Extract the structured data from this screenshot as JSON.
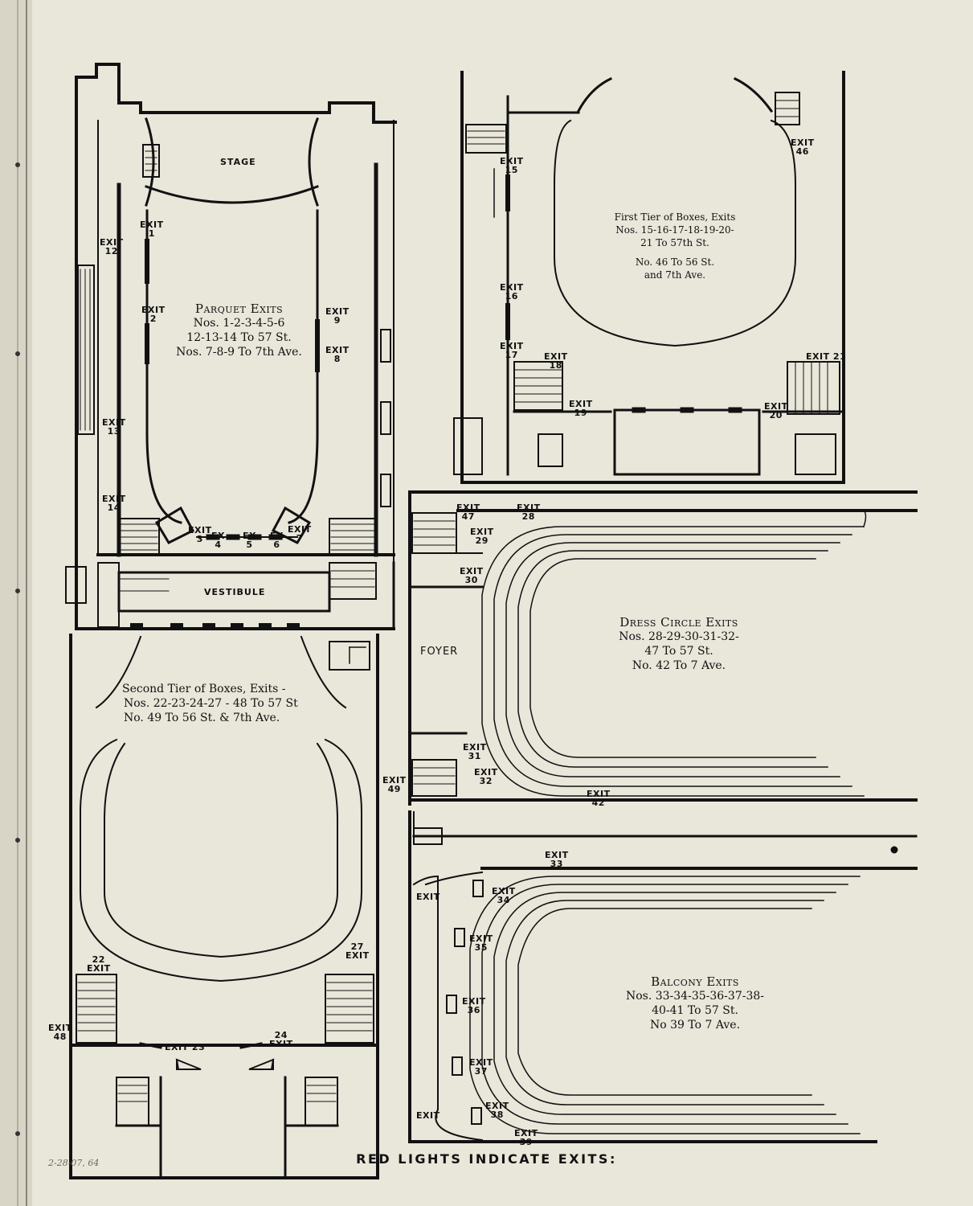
{
  "footer": "RED LIGHTS INDICATE EXITS:",
  "pencil_note": "2-28-07, 64",
  "colors": {
    "paper": "#e9e6da",
    "ink": "#111111"
  },
  "rooms": {
    "stage": "STAGE",
    "vestibule": "VESTIBULE",
    "foyer": "FOYER"
  },
  "parquet": {
    "title": "Parquet Exits",
    "lines": [
      "Nos. 1-2-3-4-5-6",
      "12-13-14 To 57 St.",
      "Nos. 7-8-9 To 7th Ave."
    ],
    "exits": [
      {
        "text": "EXIT",
        "num": "1"
      },
      {
        "text": "EXIT",
        "num": "12"
      },
      {
        "text": "EXIT",
        "num": "2"
      },
      {
        "text": "EXIT",
        "num": "9"
      },
      {
        "text": "EXIT",
        "num": "8"
      },
      {
        "text": "EXIT",
        "num": "13"
      },
      {
        "text": "EXIT",
        "num": "14"
      },
      {
        "text": "EXIT",
        "num": "3"
      },
      {
        "text": "EX",
        "num": "4"
      },
      {
        "text": "EX",
        "num": "5"
      },
      {
        "text": "EX",
        "num": "6"
      },
      {
        "text": "EXIT",
        "num": "7"
      }
    ]
  },
  "first_tier": {
    "lines": [
      "First Tier of Boxes, Exits",
      "Nos. 15-16-17-18-19-20-",
      "21 To 57th St.",
      "No. 46 To 56 St.",
      "and 7th Ave."
    ],
    "exits": [
      {
        "text": "EXIT",
        "num": "15"
      },
      {
        "text": "EXIT",
        "num": "46"
      },
      {
        "text": "EXIT",
        "num": "16"
      },
      {
        "text": "EXIT",
        "num": "17"
      },
      {
        "text": "EXIT",
        "num": "18"
      },
      {
        "text": "EXIT",
        "num": "19"
      },
      {
        "text": "EXIT 21",
        "num": ""
      },
      {
        "text": "EXIT",
        "num": "20"
      }
    ]
  },
  "second_tier": {
    "lines": [
      "Second Tier of Boxes, Exits -",
      "Nos. 22-23-24-27 - 48 To 57 St",
      "No. 49 To 56 St. & 7th Ave."
    ],
    "exits": [
      {
        "text": "EXIT",
        "num": "49"
      },
      {
        "text": "22",
        "num": "EXIT"
      },
      {
        "text": "27",
        "num": "EXIT"
      },
      {
        "text": "EXIT",
        "num": "48"
      },
      {
        "text": "EXIT 23",
        "num": ""
      },
      {
        "text": "24",
        "num": "EXIT"
      }
    ]
  },
  "dress_circle": {
    "title": "Dress Circle Exits",
    "lines": [
      "Nos. 28-29-30-31-32-",
      "47 To 57 St.",
      "No. 42 To 7 Ave."
    ],
    "exits": [
      {
        "text": "EXIT",
        "num": "47"
      },
      {
        "text": "EXIT",
        "num": "28"
      },
      {
        "text": "EXIT",
        "num": "29"
      },
      {
        "text": "EXIT",
        "num": "30"
      },
      {
        "text": "EXIT",
        "num": "31"
      },
      {
        "text": "EXIT",
        "num": "32"
      },
      {
        "text": "EXIT",
        "num": "42"
      }
    ]
  },
  "balcony": {
    "title": "Balcony Exits",
    "lines": [
      "Nos. 33-34-35-36-37-38-",
      "40-41 To 57 St.",
      "No 39 To 7 Ave."
    ],
    "exits": [
      {
        "text": "EXIT",
        "num": "33"
      },
      {
        "text": "EXIT",
        "num": "34"
      },
      {
        "text": "EXIT",
        "num": ""
      },
      {
        "text": "EXIT",
        "num": "35"
      },
      {
        "text": "EXIT",
        "num": "36"
      },
      {
        "text": "EXIT",
        "num": "37"
      },
      {
        "text": "EXIT",
        "num": "38"
      },
      {
        "text": "EXIT",
        "num": "39"
      },
      {
        "text": "EXIT",
        "num": ""
      }
    ]
  }
}
